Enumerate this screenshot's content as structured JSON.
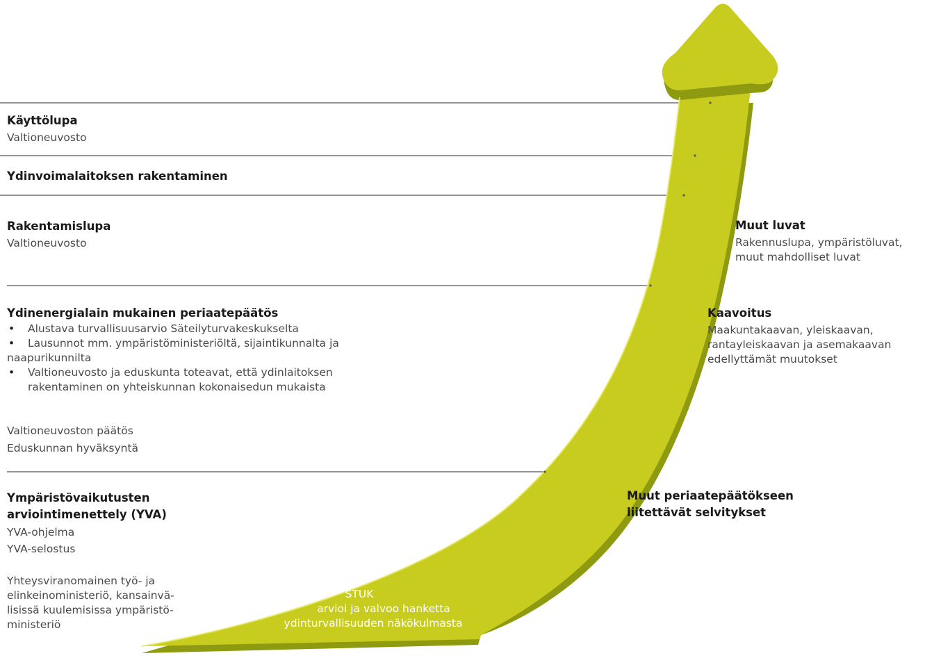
{
  "colors": {
    "arrow_fill": "#c8cc1e",
    "arrow_shadow": "#8e9a10",
    "arrow_highlight": "#e6ea6a",
    "line": "#555555",
    "stuk_text": "#ffffff"
  },
  "left": {
    "kayttolupa": {
      "title": "Käyttölupa",
      "sub": "Valtioneuvosto"
    },
    "rakentaminen": {
      "title": "Ydinvoimalaitoksen rakentaminen"
    },
    "rakentamislupa": {
      "title": "Rakentamislupa",
      "sub": "Valtioneuvosto"
    },
    "periaatepaatos": {
      "title": "Ydinenergialain mukainen periaatepäätös",
      "bullets": [
        "Alustava turvallisuusarvio Säteilyturvakeskukselta",
        [
          "Lausunnot mm. ympäristöministeriöltä, sijaintikunnalta ja",
          "naapurikunnilta"
        ],
        [
          "Valtioneuvosto ja eduskunta toteavat, että ydinlaitoksen",
          "rakentaminen on yhteiskunnan kokonaisedun mukaista"
        ]
      ],
      "sub1": "Valtioneuvoston päätös",
      "sub2": "Eduskunnan hyväksyntä"
    },
    "yva": {
      "title1": "Ympäristövaikutusten",
      "title2": "arviointimenettely (YVA)",
      "sub1": "YVA-ohjelma",
      "sub2": "YVA-selostus",
      "note": [
        "Yhteysviranomainen työ- ja",
        "elinkeinoministeriö, kansainvä-",
        "lisissä kuulemisissa ympäristö-",
        "ministeriö"
      ]
    }
  },
  "right": {
    "muut_luvat": {
      "title": "Muut luvat",
      "lines": [
        "Rakennuslupa, ympäristöluvat,",
        "muut mahdolliset luvat"
      ]
    },
    "kaavoitus": {
      "title": "Kaavoitus",
      "lines": [
        "Maakuntakaavan, yleiskaavan,",
        "rantayleiskaavan ja asemakaavan",
        "edellyttämät muutokset"
      ]
    },
    "muut_selvitykset": {
      "title1": "Muut periaatepäätökseen",
      "title2": "liitettävät selvitykset"
    }
  },
  "stuk": {
    "line1": "STUK",
    "line2": "arvioi ja valvoo hanketta",
    "line3": "ydinturvallisuuden näkökulmasta"
  }
}
